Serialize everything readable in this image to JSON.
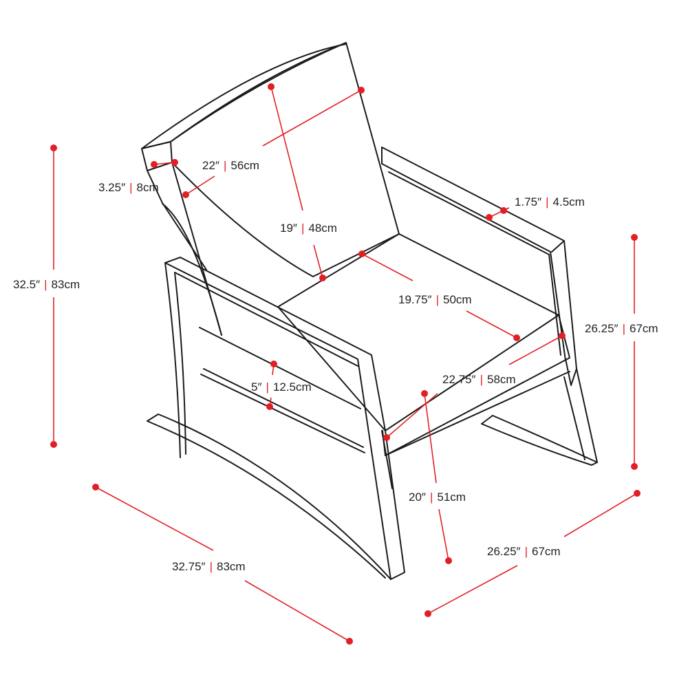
{
  "colors": {
    "dimension": "#e21f26",
    "outline": "#1a1a1a",
    "background": "#ffffff"
  },
  "dimensions": {
    "backrest_thickness": {
      "inch": "3.25″",
      "cm": "8cm"
    },
    "backrest_width": {
      "inch": "22″",
      "cm": "56cm"
    },
    "backrest_height": {
      "inch": "19″",
      "cm": "48cm"
    },
    "armrest_width": {
      "inch": "1.75″",
      "cm": "4.5cm"
    },
    "overall_height": {
      "inch": "32.5″",
      "cm": "83cm"
    },
    "seat_depth": {
      "inch": "19.75″",
      "cm": "50cm"
    },
    "arm_height": {
      "inch": "26.25″",
      "cm": "67cm"
    },
    "cushion_thickness": {
      "inch": "5″",
      "cm": "12.5cm"
    },
    "seat_width": {
      "inch": "22.75″",
      "cm": "58cm"
    },
    "seat_height": {
      "inch": "20″",
      "cm": "51cm"
    },
    "overall_depth": {
      "inch": "32.75″",
      "cm": "83cm"
    },
    "overall_width": {
      "inch": "26.25″",
      "cm": "67cm"
    }
  },
  "separator": "|"
}
